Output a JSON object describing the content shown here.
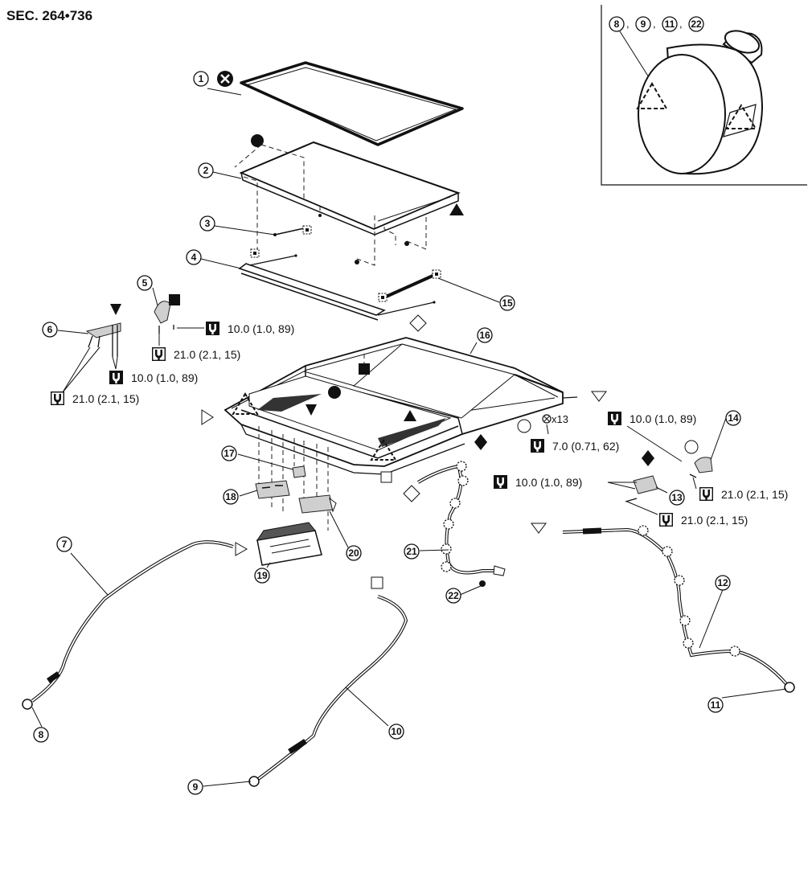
{
  "section_label": "SEC. 264•736",
  "callouts": {
    "c1": "1",
    "c2": "2",
    "c3": "3",
    "c4": "4",
    "c5": "5",
    "c6": "6",
    "c7": "7",
    "c8": "8",
    "c9": "9",
    "c10": "10",
    "c11": "11",
    "c12": "12",
    "c13": "13",
    "c14": "14",
    "c15": "15",
    "c16": "16",
    "c17": "17",
    "c18": "18",
    "c19": "19",
    "c20": "20",
    "c21": "21",
    "c22": "22"
  },
  "inset": {
    "n8": "8",
    "n9": "9",
    "n11": "11",
    "n22": "22",
    "sep1": ",",
    "sep2": ",",
    "sep3": ","
  },
  "torques": {
    "t5_top": "10.0 (1.0, 89)",
    "t5_bottom": "21.0 (2.1, 15)",
    "t6_top": "10.0 (1.0, 89)",
    "t6_bottom": "21.0 (2.1, 15)",
    "t16": "7.0 (0.71, 62)",
    "t14": "10.0 (1.0, 89)",
    "t14_bottom": "21.0 (2.1, 15)",
    "t13_left": "10.0 (1.0, 89)",
    "t13_bottom": "21.0 (2.1, 15)"
  },
  "quantity_label": "x13",
  "icons": {
    "torque": "torque-wrench-icon",
    "no_reuse": "do-not-reuse-icon"
  }
}
